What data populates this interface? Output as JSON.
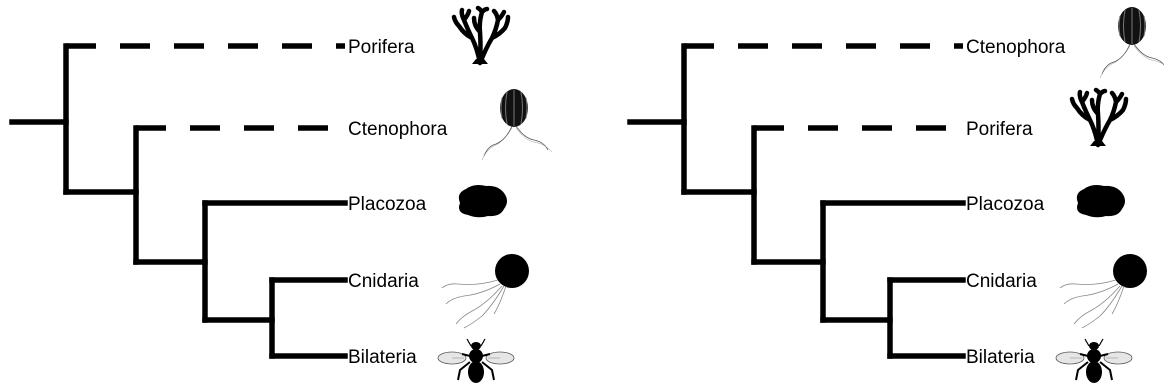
{
  "trees": [
    {
      "taxa": [
        "Porifera",
        "Ctenophora",
        "Placozoa",
        "Cnidaria",
        "Bilateria"
      ],
      "dashed_branches": [
        "Porifera",
        "Ctenophora"
      ],
      "icons": [
        "sponge-icon",
        "comb-jelly-icon",
        "placozoan-icon",
        "jellyfish-icon",
        "bee-icon"
      ]
    },
    {
      "taxa": [
        "Ctenophora",
        "Porifera",
        "Placozoa",
        "Cnidaria",
        "Bilateria"
      ],
      "dashed_branches": [
        "Ctenophora",
        "Porifera"
      ],
      "icons": [
        "comb-jelly-icon",
        "sponge-icon",
        "placozoan-icon",
        "jellyfish-icon",
        "bee-icon"
      ]
    }
  ],
  "colors": {
    "line": "#000000",
    "background": "#ffffff"
  }
}
